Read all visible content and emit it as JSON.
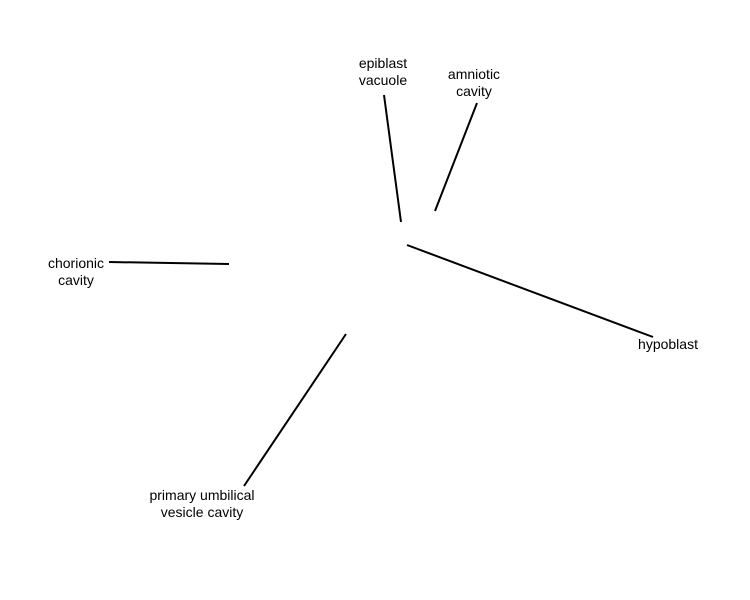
{
  "colors": {
    "background": "#ffffff",
    "line": "#000000",
    "text": "#000000"
  },
  "labels": {
    "epiblast_vacuole": [
      "epiblast",
      "vacuole"
    ],
    "amniotic_cavity": [
      "amniotic",
      "cavity"
    ],
    "chorionic_cavity": [
      "chorionic",
      "cavity"
    ],
    "hypoblast": [
      "hypoblast"
    ],
    "primary_umbilical_vesicle_cavity": [
      "primary umbilical",
      "vesicle cavity"
    ]
  }
}
